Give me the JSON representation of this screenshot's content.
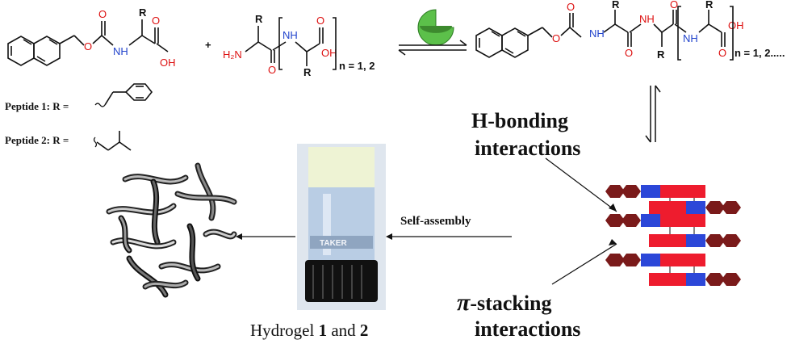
{
  "peptide_labels": {
    "peptide1": "Peptide 1: R =",
    "peptide2": "Peptide 2: R ="
  },
  "reactant1": {
    "substituent": "R",
    "nh": "NH",
    "oh": "OH",
    "o": "O"
  },
  "reactant2": {
    "plus": "+",
    "h2n": "H₂N",
    "nh": "NH",
    "oh": "OH",
    "o": "O",
    "r": "R",
    "n_range": "n = 1, 2"
  },
  "product": {
    "nh": "NH",
    "o": "O",
    "oh": "OH",
    "r": "R",
    "n_range": "n = 1, 2....."
  },
  "interactions": {
    "h_bonding_line1": "H-bonding",
    "h_bonding_line2": "interactions",
    "pi_stacking_line1": "π-stacking",
    "pi_stacking_line2": "interactions"
  },
  "process": {
    "self_assembly": "Self-assembly"
  },
  "vial": {
    "label_text": "TAKER"
  },
  "caption": {
    "prefix": "Hydrogel ",
    "num1": "1",
    "mid": " and ",
    "num2": "2"
  },
  "colors": {
    "nh_blue": "#2244cc",
    "o_red": "#dd1111",
    "naphthalene_brown": "#7a1a1a",
    "block_red": "#ee1c2e",
    "block_blue": "#2c47d8",
    "enzyme_green": "#5cc04a"
  }
}
